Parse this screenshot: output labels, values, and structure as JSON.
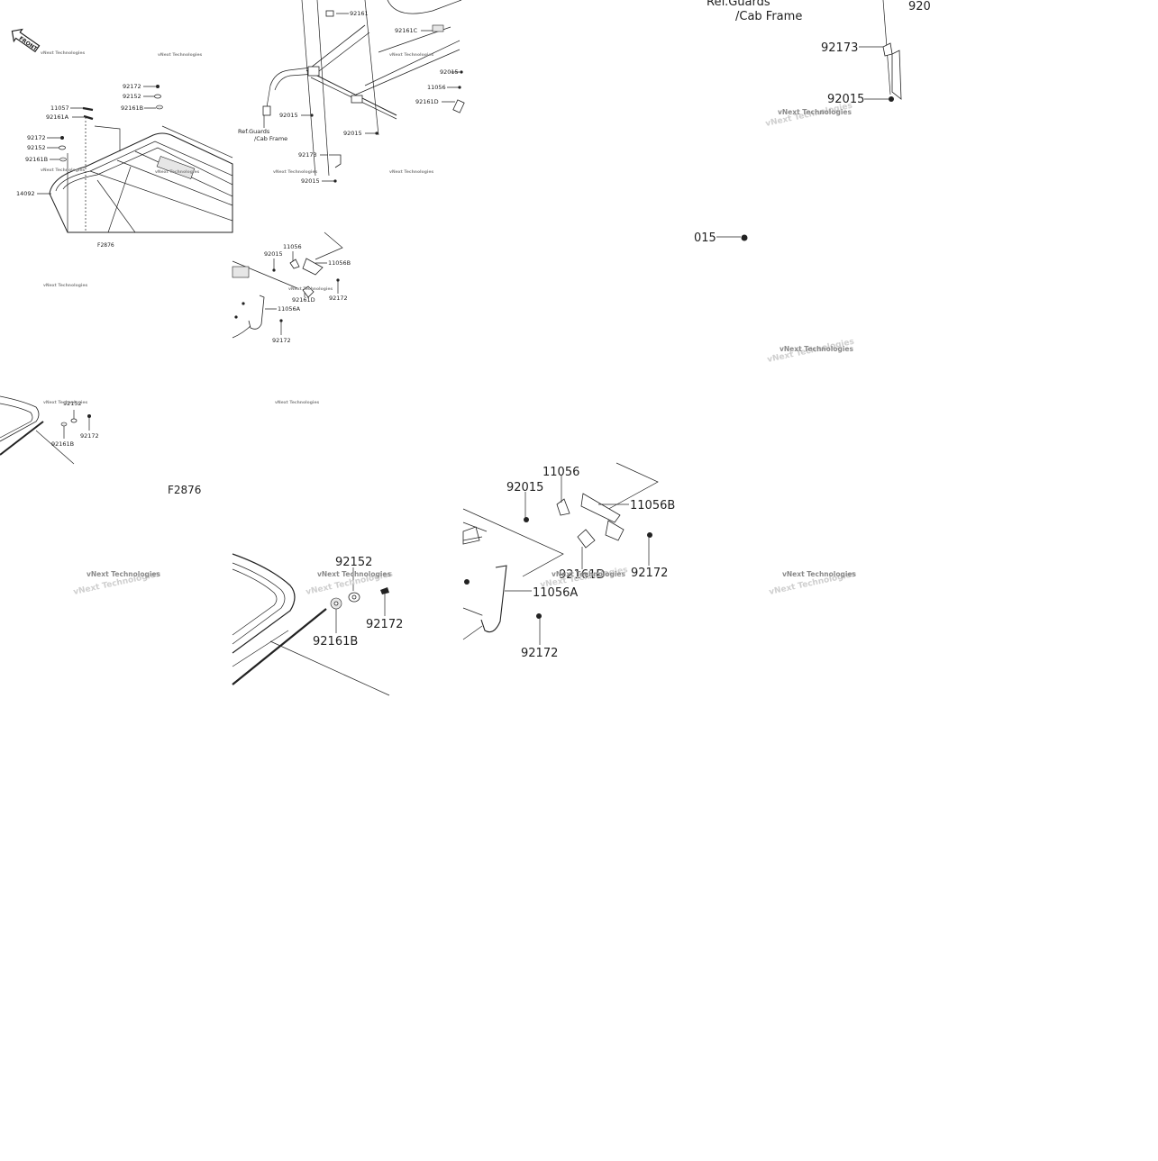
{
  "tile1": {
    "front_label": "FRONT",
    "callouts": {
      "c11057": "11057",
      "c92161A": "92161A",
      "c92172a": "92172",
      "c92152": "92152",
      "c92161B": "92161B",
      "c92172b": "92172",
      "c92152b": "92152",
      "c92161Bb": "92161B",
      "c14092": "14092"
    },
    "figure_ref": "F2876"
  },
  "tile2": {
    "callouts": {
      "c92161": "92161",
      "c92161C": "92161C",
      "c92015a": "92015",
      "c11056": "11056",
      "c92161D": "92161D",
      "c92015b": "92015",
      "c92015c": "92015",
      "c92173": "92173",
      "c92015d": "92015"
    },
    "ref_line1": "Ref.Guards",
    "ref_line2": "/Cab Frame"
  },
  "tile3": {
    "callouts": {
      "c11056": "11056",
      "c92015": "92015",
      "c11056B": "11056B",
      "c92161D": "92161D",
      "c92172a": "92172",
      "c11056A": "11056A",
      "c92172b": "92172"
    }
  },
  "tile4": {
    "ref_line1": "Ref.Guards",
    "ref_line2": "/Cab Frame",
    "callouts": {
      "c920": "920",
      "c92173": "92173",
      "c92015": "92015",
      "c015": "015"
    }
  },
  "tile5": {
    "figure_ref": "F2876",
    "callouts": {
      "c92152": "92152",
      "c92161B": "92161B",
      "c92172": "92172"
    }
  },
  "tile6": {
    "callouts": {
      "c11056": "11056",
      "c92015": "92015",
      "c11056B": "11056B",
      "c92161D": "92161D",
      "c92172a": "92172",
      "c11056A": "11056A",
      "c92172b": "92172"
    }
  },
  "watermark": "vNext Technologies"
}
